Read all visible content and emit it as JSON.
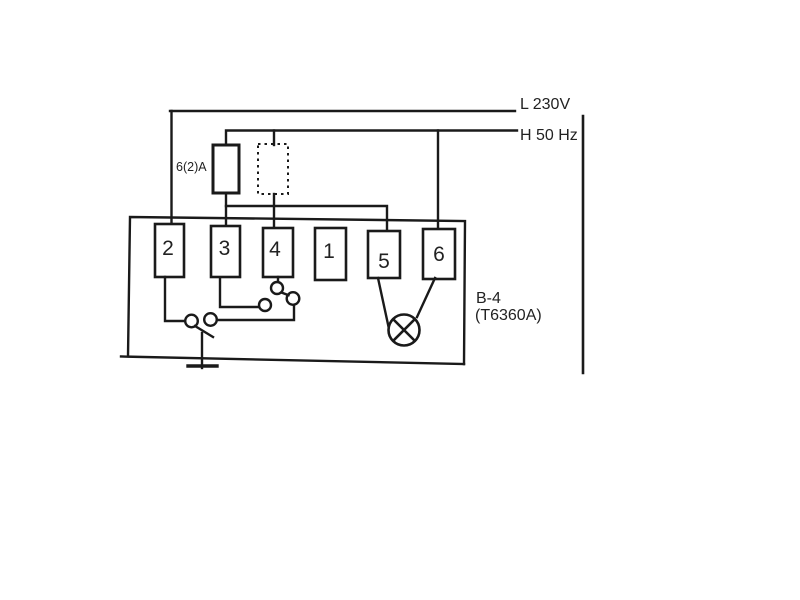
{
  "colors": {
    "ink": "#1a1a1a",
    "text": "#222222",
    "background": "#ffffff"
  },
  "supply": {
    "line_label": "L 230V",
    "neutral_label": "H 50 Hz"
  },
  "fuse": {
    "rating": "6(2)A"
  },
  "device": {
    "name": "B-4",
    "model": "(T6360A)"
  },
  "terminals": [
    {
      "label": "2"
    },
    {
      "label": "3"
    },
    {
      "label": "4"
    },
    {
      "label": "1"
    },
    {
      "label": "5"
    },
    {
      "label": "6"
    }
  ]
}
